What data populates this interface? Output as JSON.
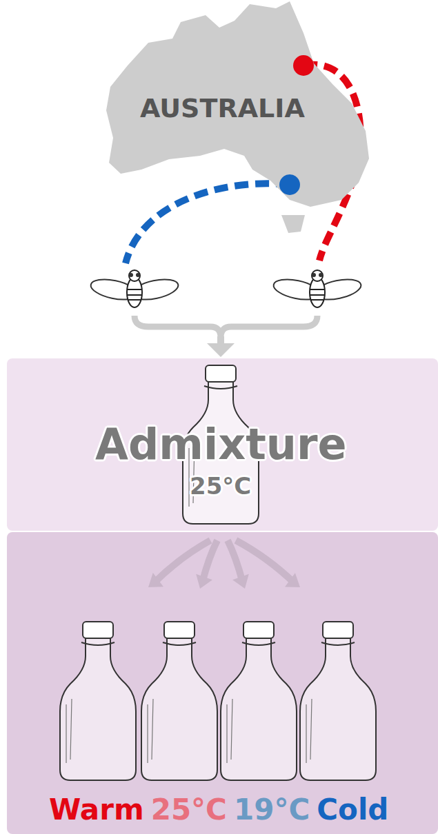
{
  "diagram": {
    "nodes": [
      {
        "text": [
          "AUSTRALIA"
        ]
      },
      {
        "text": [
          "Admixture",
          "25°C"
        ]
      },
      {
        "text": [
          "Warm",
          "25°C",
          "19°C",
          "Cold"
        ]
      }
    ]
  }
}
